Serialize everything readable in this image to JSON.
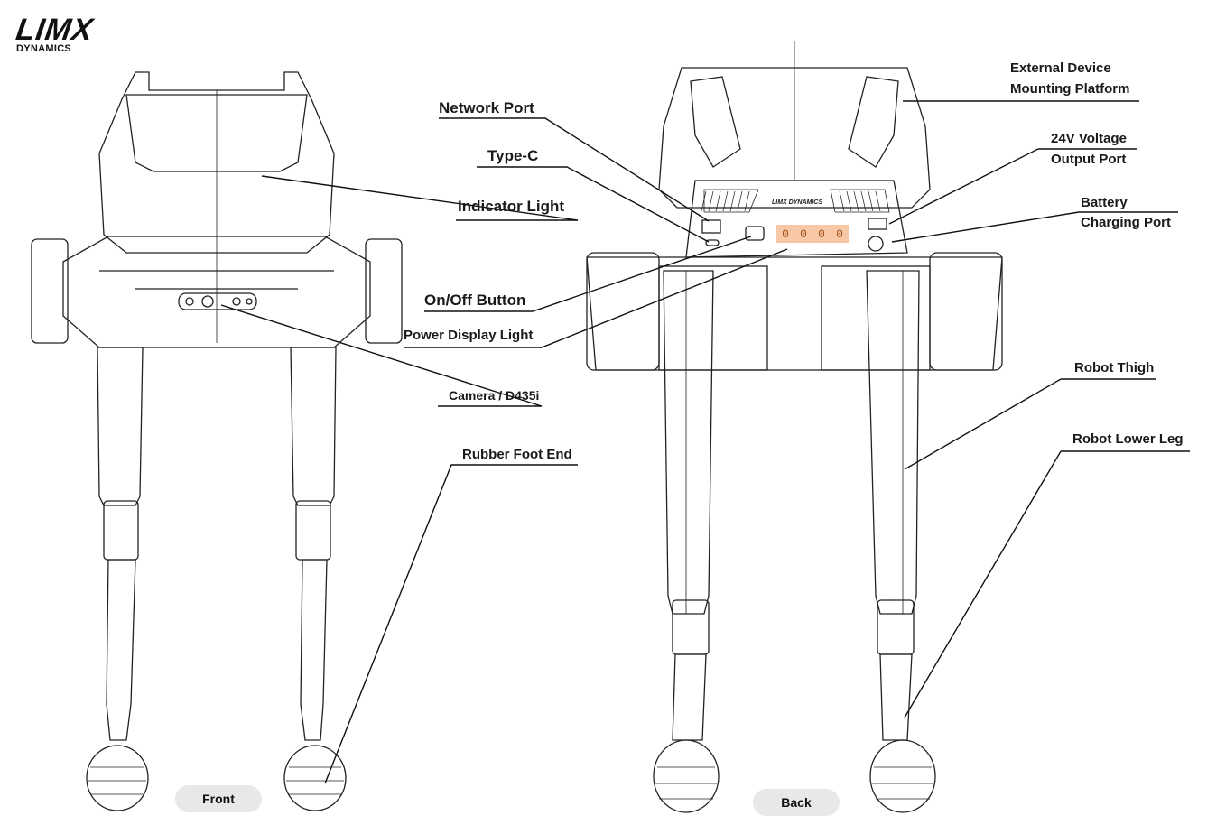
{
  "logo": {
    "brand": "LIMX",
    "sub": "DYNAMICS"
  },
  "views": {
    "front": "Front",
    "back": "Back"
  },
  "rear_panel_text": "LIMX DYNAMICS",
  "power_display_digits": [
    "0",
    "0",
    "0",
    "0"
  ],
  "labels": {
    "network_port": "Network Port",
    "type_c": "Type-C",
    "indicator_light": "Indicator Light",
    "on_off_button": "On/Off Button",
    "power_display_light": "Power Display Light",
    "camera": "Camera / D435i",
    "rubber_foot_end": "Rubber Foot End",
    "external_device_1": "External Device",
    "external_device_2": "Mounting Platform",
    "voltage_port_1": "24V Voltage",
    "voltage_port_2": "Output  Port",
    "battery_port_1": "Battery",
    "battery_port_2": "Charging Port",
    "robot_thigh": "Robot Thigh",
    "robot_lower_leg": "Robot Lower Leg"
  },
  "colors": {
    "display": "#f7c7a6",
    "pill": "#e8e8e8",
    "line": "#222222"
  }
}
